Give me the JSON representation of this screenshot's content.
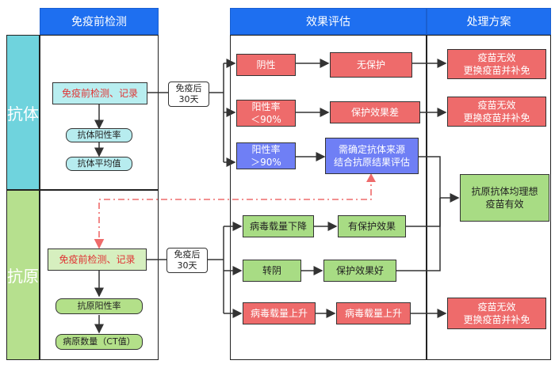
{
  "headers": {
    "pre": "免疫前检测",
    "eval": "效果评估",
    "plan": "处理方案"
  },
  "lanes": {
    "antibody": "抗体",
    "antigen": "抗原"
  },
  "antibody": {
    "record": "免疫前检测、记录",
    "rate": "抗体阳性率",
    "avg": "抗体平均值",
    "after": "免疫后\n30天"
  },
  "antigen": {
    "record": "免疫前检测、记录",
    "rate": "抗原阳性率",
    "count": "病原数量（CT值）",
    "after": "免疫后\n30天"
  },
  "eval": {
    "negative": "阴性",
    "no_protect": "无保护",
    "pos_low": "阳性率\n＜90%",
    "poor": "保护效果差",
    "pos_high": "阳性率\n＞90%",
    "confirm": "需确定抗体来源\n结合抗原结果评估",
    "load_down": "病毒载量下降",
    "has_protect": "有保护效果",
    "turn_neg": "转阴",
    "good": "保护效果好",
    "load_up_1": "病毒载量上升",
    "load_up_2": "病毒载量上升"
  },
  "plan": {
    "fail1": "疫苗无效\n更换疫苗并补免",
    "fail2": "疫苗无效\n更换疫苗并补免",
    "ideal": "抗原抗体均理想\n疫苗有效",
    "fail3": "疫苗无效\n更换疫苗并补免"
  },
  "colors": {
    "header": "#1e6ff0",
    "antibody_lane": "#6fd3dd",
    "antigen_lane": "#b6e08e",
    "red": "#ee6b6b",
    "green": "#a8dc84",
    "blue": "#6f7ff5",
    "dashed": "#ee6b6b"
  }
}
